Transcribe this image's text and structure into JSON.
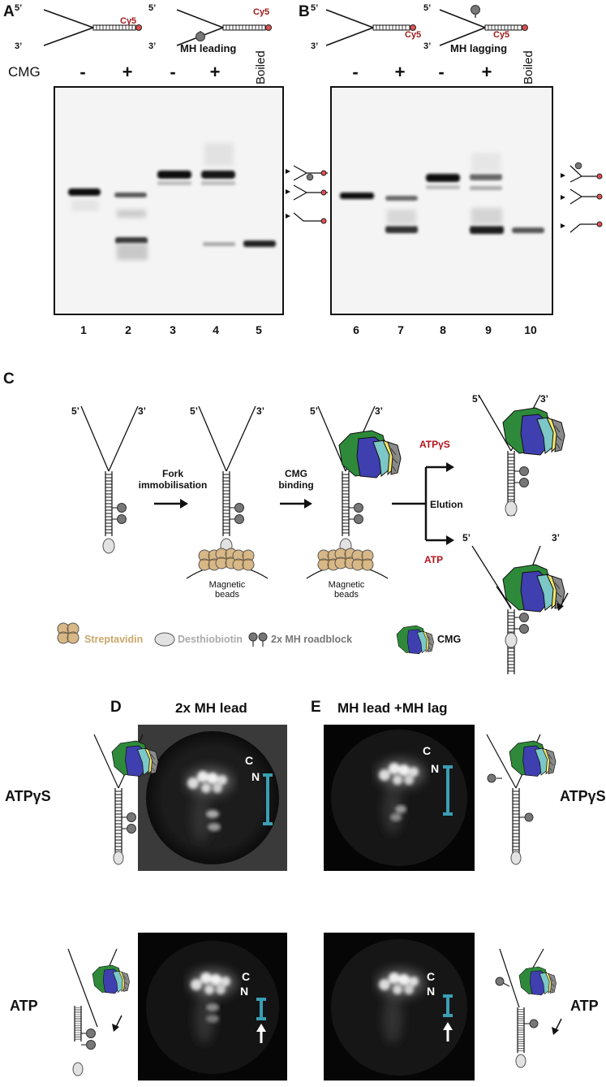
{
  "panels": {
    "A": "A",
    "B": "B",
    "C": "C",
    "D": "D",
    "E": "E"
  },
  "gelA": {
    "cy5_1": "Cy5",
    "cy5_2": "Cy5",
    "top_label": "MH  leading",
    "cmg_label": "CMG",
    "signs": [
      "-",
      "+",
      "-",
      "+"
    ],
    "boiled": "Boiled",
    "lanes": [
      "1",
      "2",
      "3",
      "4",
      "5"
    ]
  },
  "gelB": {
    "cy5_1": "Cy5",
    "cy5_2": "Cy5",
    "top_label": "MH  lagging",
    "signs": [
      "-",
      "+",
      "-",
      "+"
    ],
    "boiled": "Boiled",
    "lanes": [
      "6",
      "7",
      "8",
      "9",
      "10"
    ]
  },
  "primes": {
    "five": "5’",
    "three": "3’"
  },
  "schematic": {
    "step1": "Fork\nimmobilisation",
    "step2": "CMG\nbinding",
    "beads": "Magnetic\nbeads",
    "atpys": "ATPγS",
    "atp": "ATP",
    "elution": "Elution"
  },
  "legend": {
    "streptavidin": "Streptavidin",
    "desthiobiotin": "Desthiobiotin",
    "roadblock": "2x MH roadblock",
    "cmg": "CMG"
  },
  "em": {
    "titleD": "2x MH lead",
    "titleE": "MH lead +MH lag",
    "row1": "ATPγS",
    "row2": "ATP",
    "c": "C",
    "n": "N"
  },
  "colors": {
    "cy5": "#a11a1a",
    "teal": "#3a9fb4",
    "red": "#b5121b",
    "streptavidin": "#d8b887"
  }
}
